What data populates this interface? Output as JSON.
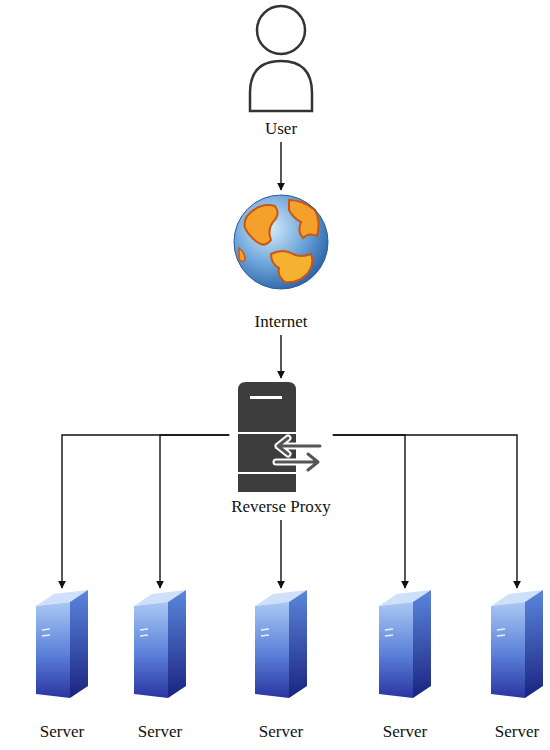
{
  "diagram": {
    "nodes": [
      {
        "text": [
          "User"
        ]
      },
      {
        "text": [
          "Internet"
        ]
      },
      {
        "text": [
          "Reverse Proxy"
        ]
      },
      {
        "text": [
          "Server"
        ]
      },
      {
        "text": [
          "Server"
        ]
      },
      {
        "text": [
          "Server"
        ]
      },
      {
        "text": [
          "Server"
        ]
      },
      {
        "text": [
          "Server"
        ]
      }
    ],
    "edges": [
      {
        "from": 0,
        "to": 1,
        "arrow": "to"
      },
      {
        "from": 1,
        "to": 2,
        "arrow": "to"
      },
      {
        "from": 2,
        "to": 3,
        "arrow": "to"
      },
      {
        "from": 2,
        "to": 4,
        "arrow": "to"
      },
      {
        "from": 2,
        "to": 5,
        "arrow": "to"
      },
      {
        "from": 2,
        "to": 6,
        "arrow": "to"
      },
      {
        "from": 2,
        "to": 7,
        "arrow": "to"
      }
    ]
  }
}
